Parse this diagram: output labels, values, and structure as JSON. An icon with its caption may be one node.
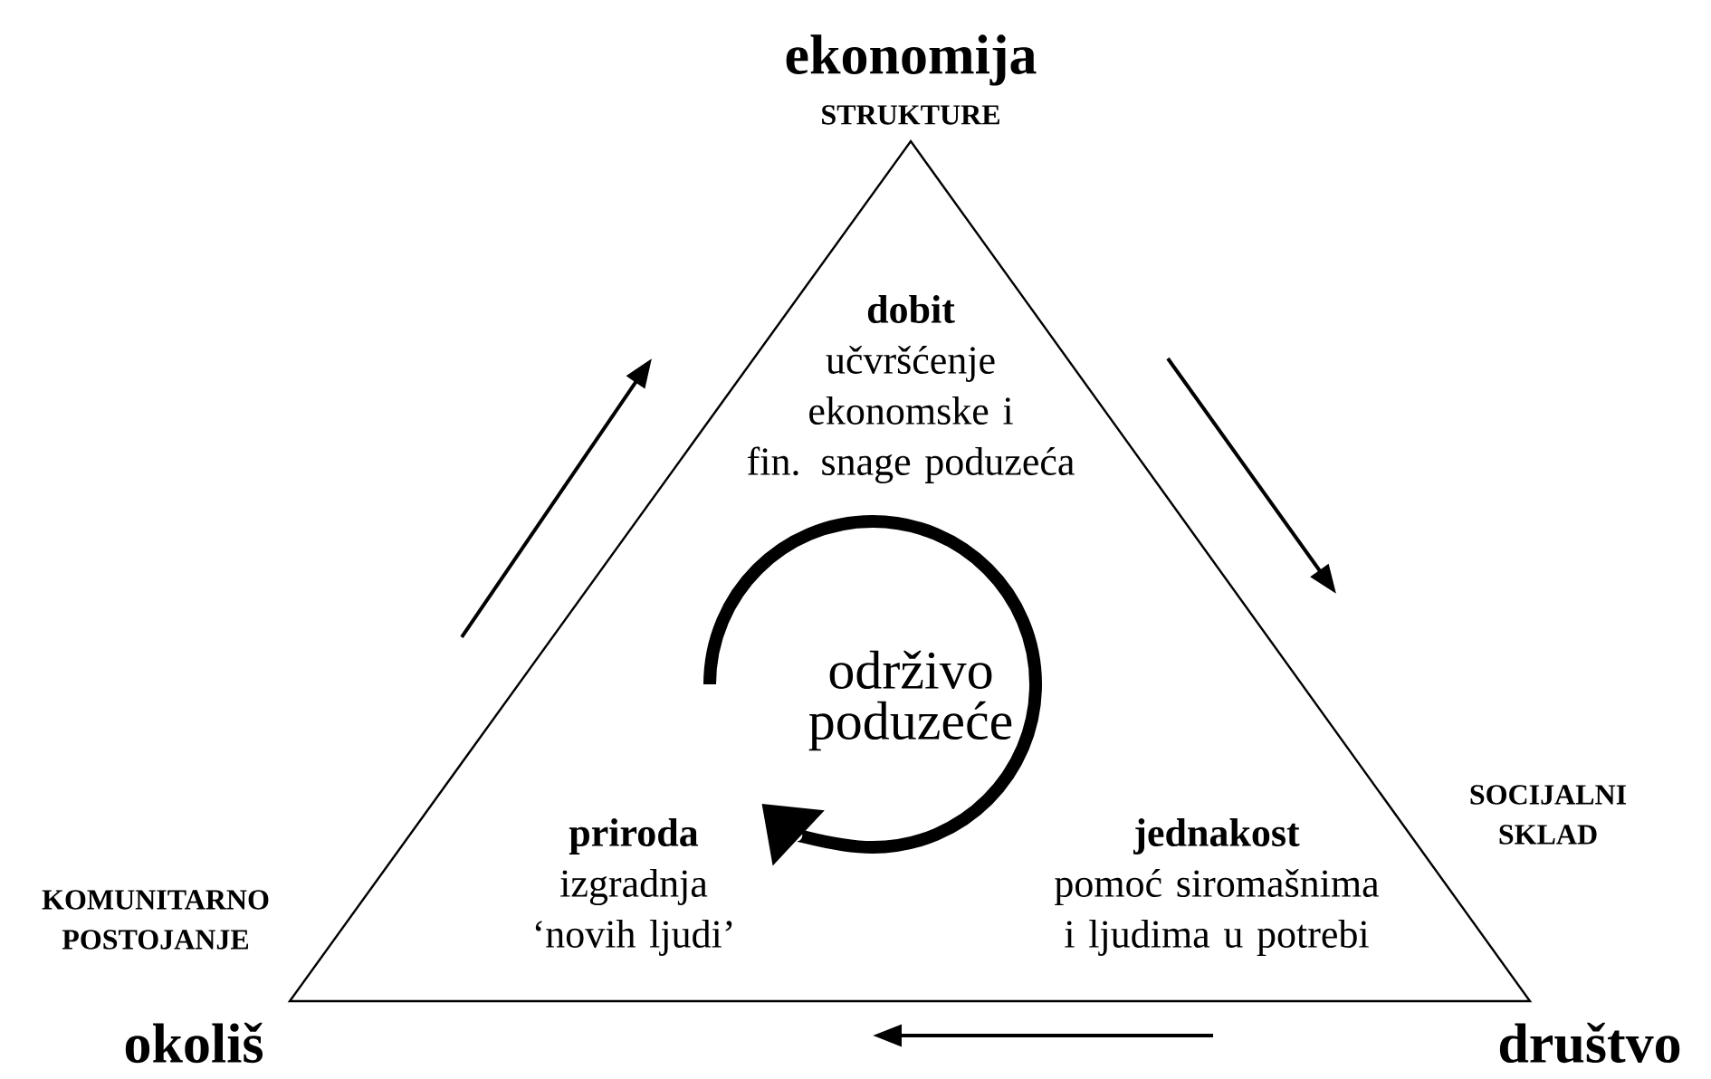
{
  "diagram": {
    "nodes": [
      {
        "text": [],
        "shape": "triangle"
      },
      {
        "text": [
          "ekonomija",
          "STRUKTURE"
        ]
      },
      {
        "text": [
          "dobit",
          "učvršćenje ekonomske i fin. snage poduzeća"
        ],
        "in": 0
      },
      {
        "text": [
          "održivo poduzeće"
        ],
        "in": 0
      },
      {
        "text": [
          "priroda",
          "izgradnja ‘novih ljudi’"
        ],
        "in": 0
      },
      {
        "text": [
          "jednakost",
          "pomoć siromašnima i ljudima u potrebi"
        ],
        "in": 0
      },
      {
        "text": [
          "društvo"
        ]
      },
      {
        "text": [
          "okoliš"
        ]
      }
    ],
    "labels": [
      "SOCIJALNI SKLAD",
      "KOMUNITARNO POSTOJANJE"
    ]
  }
}
